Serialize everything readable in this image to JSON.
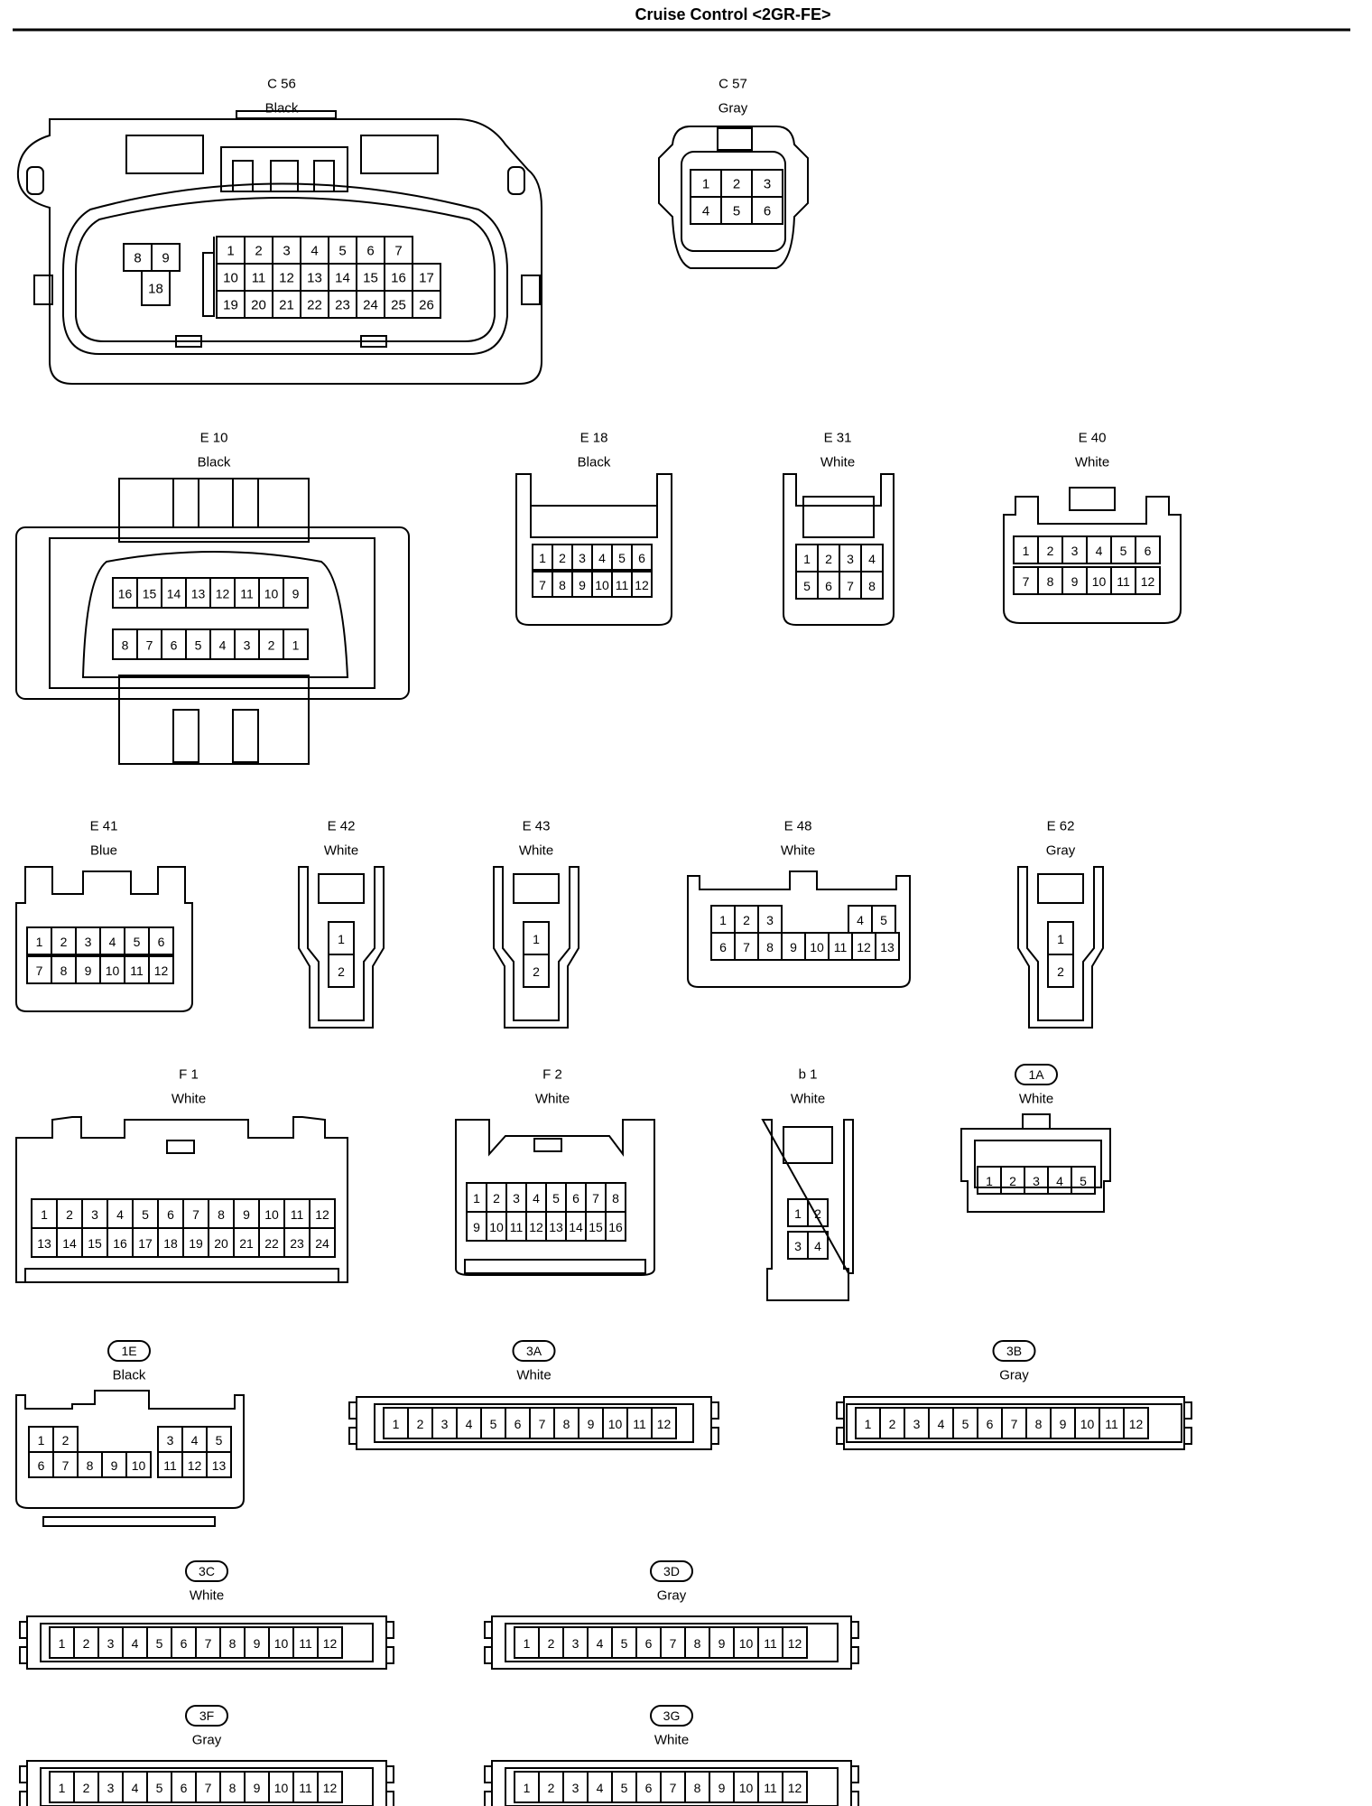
{
  "title": "Cruise Control <2GR-FE>",
  "connectors": [
    {
      "id": "C 56",
      "color": "Black",
      "boxed": false,
      "pins": [
        [
          "8",
          "9"
        ],
        [
          "",
          "18"
        ],
        [
          "1",
          "2",
          "3",
          "4",
          "5",
          "6",
          "7"
        ],
        [
          "10",
          "11",
          "12",
          "13",
          "14",
          "15",
          "16",
          "17"
        ],
        [
          "19",
          "20",
          "21",
          "22",
          "23",
          "24",
          "25",
          "26"
        ]
      ]
    },
    {
      "id": "C 57",
      "color": "Gray",
      "boxed": false,
      "pins": [
        [
          "1",
          "2",
          "3"
        ],
        [
          "4",
          "5",
          "6"
        ]
      ]
    },
    {
      "id": "E 10",
      "color": "Black",
      "boxed": false,
      "pins": [
        [
          "16",
          "15",
          "14",
          "13",
          "12",
          "11",
          "10",
          "9"
        ],
        [
          "8",
          "7",
          "6",
          "5",
          "4",
          "3",
          "2",
          "1"
        ]
      ]
    },
    {
      "id": "E 18",
      "color": "Black",
      "boxed": false,
      "pins": [
        [
          "1",
          "2",
          "3",
          "4",
          "5",
          "6"
        ],
        [
          "7",
          "8",
          "9",
          "10",
          "11",
          "12"
        ]
      ]
    },
    {
      "id": "E 31",
      "color": "White",
      "boxed": false,
      "pins": [
        [
          "1",
          "2",
          "3",
          "4"
        ],
        [
          "5",
          "6",
          "7",
          "8"
        ]
      ]
    },
    {
      "id": "E 40",
      "color": "White",
      "boxed": false,
      "pins": [
        [
          "1",
          "2",
          "3",
          "4",
          "5",
          "6"
        ],
        [
          "7",
          "8",
          "9",
          "10",
          "11",
          "12"
        ]
      ]
    },
    {
      "id": "E 41",
      "color": "Blue",
      "boxed": false,
      "pins": [
        [
          "1",
          "2",
          "3",
          "4",
          "5",
          "6"
        ],
        [
          "7",
          "8",
          "9",
          "10",
          "11",
          "12"
        ]
      ]
    },
    {
      "id": "E 42",
      "color": "White",
      "boxed": false,
      "pins": [
        [
          "1"
        ],
        [
          "2"
        ]
      ]
    },
    {
      "id": "E 43",
      "color": "White",
      "boxed": false,
      "pins": [
        [
          "1"
        ],
        [
          "2"
        ]
      ]
    },
    {
      "id": "E 48",
      "color": "White",
      "boxed": false,
      "pins": [
        [
          "1",
          "2",
          "3",
          "4",
          "5"
        ],
        [
          "6",
          "7",
          "8",
          "9",
          "10",
          "11",
          "12",
          "13"
        ]
      ]
    },
    {
      "id": "E 62",
      "color": "Gray",
      "boxed": false,
      "pins": [
        [
          "1"
        ],
        [
          "2"
        ]
      ]
    },
    {
      "id": "F 1",
      "color": "White",
      "boxed": false,
      "pins": [
        [
          "1",
          "2",
          "3",
          "4",
          "5",
          "6",
          "7",
          "8",
          "9",
          "10",
          "11",
          "12"
        ],
        [
          "13",
          "14",
          "15",
          "16",
          "17",
          "18",
          "19",
          "20",
          "21",
          "22",
          "23",
          "24"
        ]
      ]
    },
    {
      "id": "F 2",
      "color": "White",
      "boxed": false,
      "pins": [
        [
          "1",
          "2",
          "3",
          "4",
          "5",
          "6",
          "7",
          "8"
        ],
        [
          "9",
          "10",
          "11",
          "12",
          "13",
          "14",
          "15",
          "16"
        ]
      ]
    },
    {
      "id": "b 1",
      "color": "White",
      "boxed": false,
      "pins": [
        [
          "1",
          "2"
        ],
        [
          "3",
          "4"
        ]
      ]
    },
    {
      "id": "1A",
      "color": "White",
      "boxed": true,
      "pins": [
        [
          "1",
          "2",
          "3",
          "4",
          "5"
        ]
      ]
    },
    {
      "id": "1E",
      "color": "Black",
      "boxed": true,
      "pins": [
        [
          "1",
          "2",
          "3",
          "4",
          "5"
        ],
        [
          "6",
          "7",
          "8",
          "9",
          "10",
          "11",
          "12",
          "13"
        ]
      ]
    },
    {
      "id": "3A",
      "color": "White",
      "boxed": true,
      "pins": [
        [
          "1",
          "2",
          "3",
          "4",
          "5",
          "6",
          "7",
          "8",
          "9",
          "10",
          "11",
          "12"
        ]
      ]
    },
    {
      "id": "3B",
      "color": "Gray",
      "boxed": true,
      "pins": [
        [
          "1",
          "2",
          "3",
          "4",
          "5",
          "6",
          "7",
          "8",
          "9",
          "10",
          "11",
          "12"
        ]
      ]
    },
    {
      "id": "3C",
      "color": "White",
      "boxed": true,
      "pins": [
        [
          "1",
          "2",
          "3",
          "4",
          "5",
          "6",
          "7",
          "8",
          "9",
          "10",
          "11",
          "12"
        ]
      ]
    },
    {
      "id": "3D",
      "color": "Gray",
      "boxed": true,
      "pins": [
        [
          "1",
          "2",
          "3",
          "4",
          "5",
          "6",
          "7",
          "8",
          "9",
          "10",
          "11",
          "12"
        ]
      ]
    },
    {
      "id": "3F",
      "color": "Gray",
      "boxed": true,
      "pins": [
        [
          "1",
          "2",
          "3",
          "4",
          "5",
          "6",
          "7",
          "8",
          "9",
          "10",
          "11",
          "12"
        ]
      ]
    },
    {
      "id": "3G",
      "color": "White",
      "boxed": true,
      "pins": [
        [
          "1",
          "2",
          "3",
          "4",
          "5",
          "6",
          "7",
          "8",
          "9",
          "10",
          "11",
          "12"
        ]
      ]
    }
  ]
}
